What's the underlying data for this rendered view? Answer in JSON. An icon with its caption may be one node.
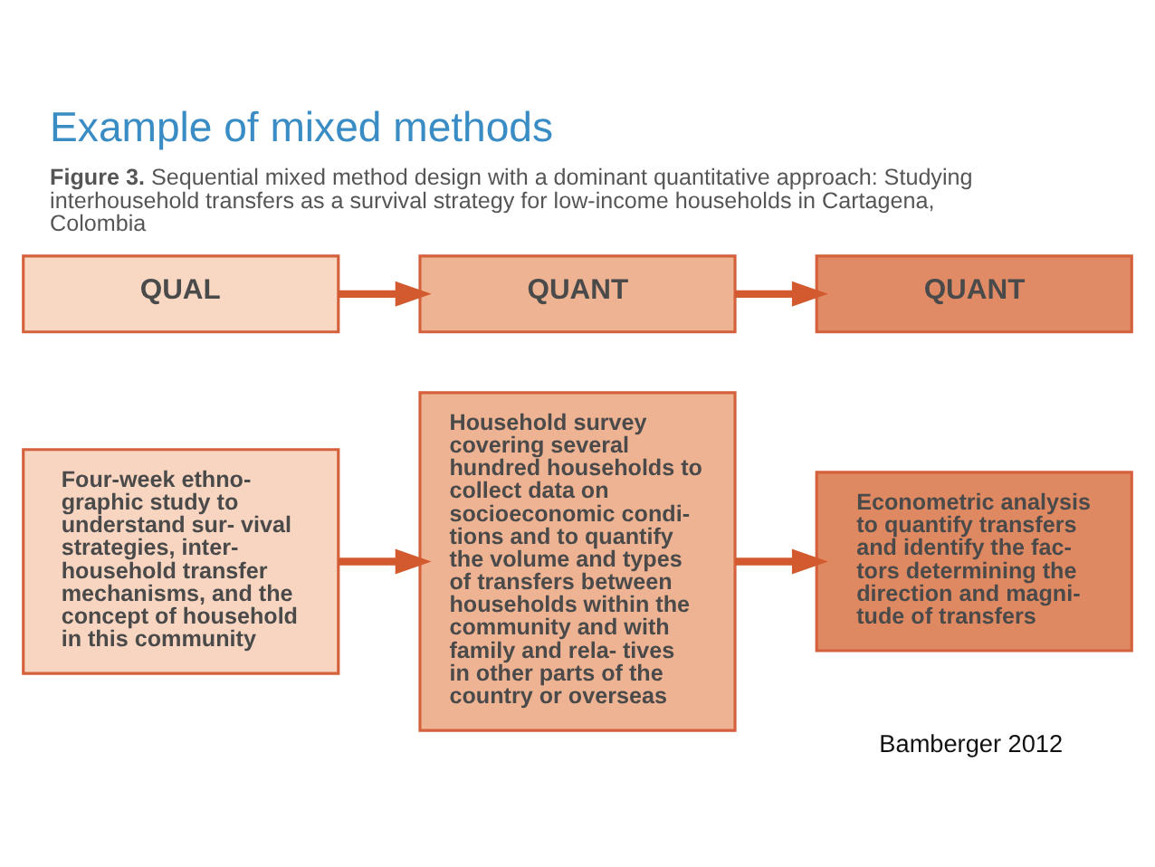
{
  "diagram": {
    "title": "Example of mixed methods",
    "caption": "**Figure 3.** Sequential mixed method design with a dominant quantitative approach: Studying interhousehold transfers as a survival strategy for low-income households in Cartagena, Colombia",
    "nodes": [
      {
        "text": [
          "QUAL"
        ]
      },
      {
        "text": [
          "QUANT"
        ]
      },
      {
        "text": [
          "QUANT"
        ]
      },
      {
        "text": [
          "Four-week ethno- graphic study to understand sur- vival strategies, inter- household transfer mechanisms, and the concept of household in this community"
        ]
      },
      {
        "text": [
          "Household survey covering several hundred households to collect data on socioeconomic condi- tions and to quantify the volume and types of transfers between households within the community and with family and rela- tives in other parts of the country or overseas"
        ]
      },
      {
        "text": [
          "Econometric analysis to quantify transfers and identify the fac- tors determining the direction and magni- tude of transfers"
        ]
      }
    ],
    "edges": [
      {
        "from": 0,
        "to": 1,
        "arrow": "to"
      },
      {
        "from": 1,
        "to": 2,
        "arrow": "to"
      },
      {
        "from": 3,
        "to": 4,
        "arrow": "to"
      },
      {
        "from": 4,
        "to": 5,
        "arrow": "to"
      }
    ],
    "labels": [
      "Bamberger 2012"
    ]
  }
}
